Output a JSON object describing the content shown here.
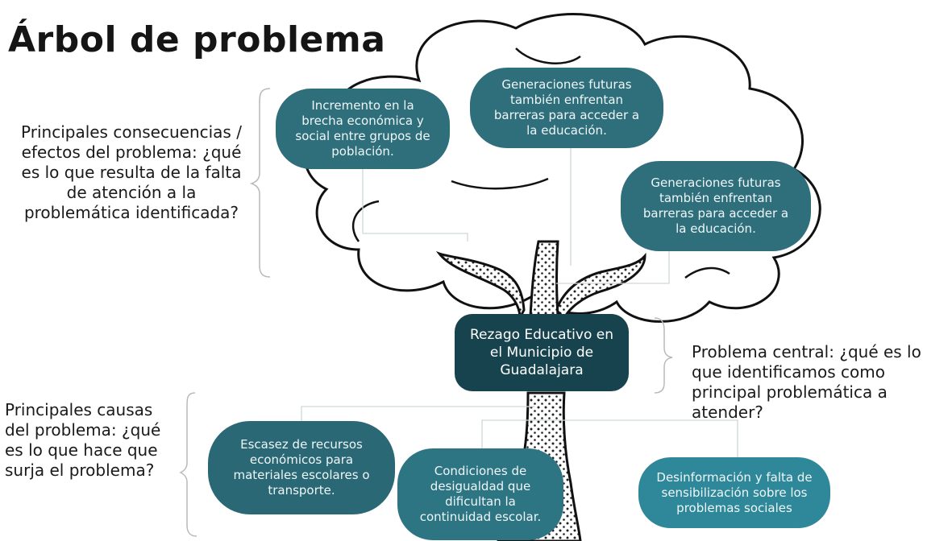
{
  "title": "Árbol de problema",
  "labels": {
    "consequences": "Principales consecuencias / efectos del problema: ¿qué es lo que resulta de la falta de atención a la problemática identificada?",
    "causes": "Principales causas del problema: ¿qué es lo que hace que surja el problema?",
    "central": "Problema central: ¿qué es lo que identificamos como principal problemática a atender?"
  },
  "effects": [
    "Incremento en la brecha económica y social entre grupos de población.",
    "Generaciones futuras también enfrentan barreras para acceder a la educación.",
    "Generaciones futuras también enfrentan barreras para acceder a la educación."
  ],
  "central_problem": "Rezago Educativo en el Municipio de Guadalajara",
  "causes": [
    "Escasez de recursos económicos para materiales escolares o transporte.",
    "Condiciones de desigualdad que dificultan la continuidad escolar.",
    "Desinformación y falta de sensibilización sobre los problemas sociales"
  ],
  "colors": {
    "node": "#2f6f7c",
    "central": "#17434f",
    "outline": "#111111"
  }
}
